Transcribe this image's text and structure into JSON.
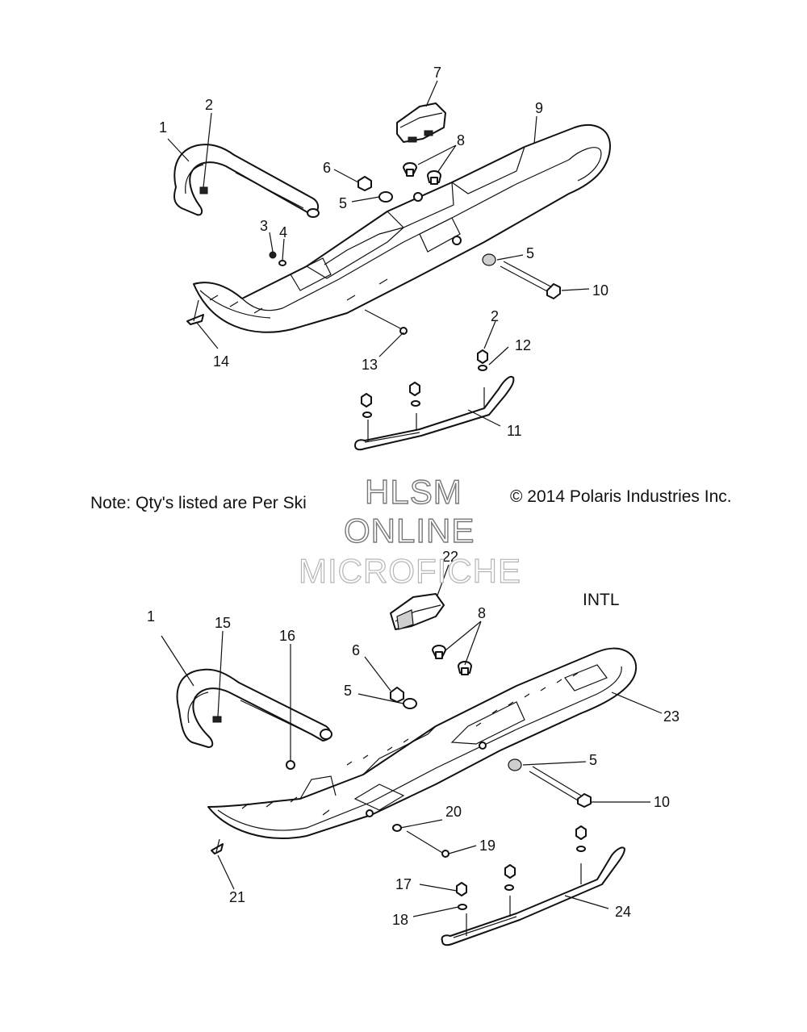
{
  "notes": {
    "qty_note": "Note: Qty's listed are Per Ski",
    "copyright": "© 2014 Polaris Industries Inc.",
    "variant_label": "INTL"
  },
  "watermark": {
    "line1": "HLSM",
    "line2": "ONLINE",
    "line3": "MICROFICHE"
  },
  "callouts_top": [
    "1",
    "2",
    "3",
    "4",
    "5",
    "5",
    "6",
    "7",
    "8",
    "9",
    "10",
    "11",
    "12",
    "13",
    "14",
    "2"
  ],
  "callouts_bottom": [
    "1",
    "5",
    "5",
    "6",
    "8",
    "10",
    "15",
    "16",
    "17",
    "18",
    "19",
    "20",
    "21",
    "22",
    "23",
    "24"
  ]
}
